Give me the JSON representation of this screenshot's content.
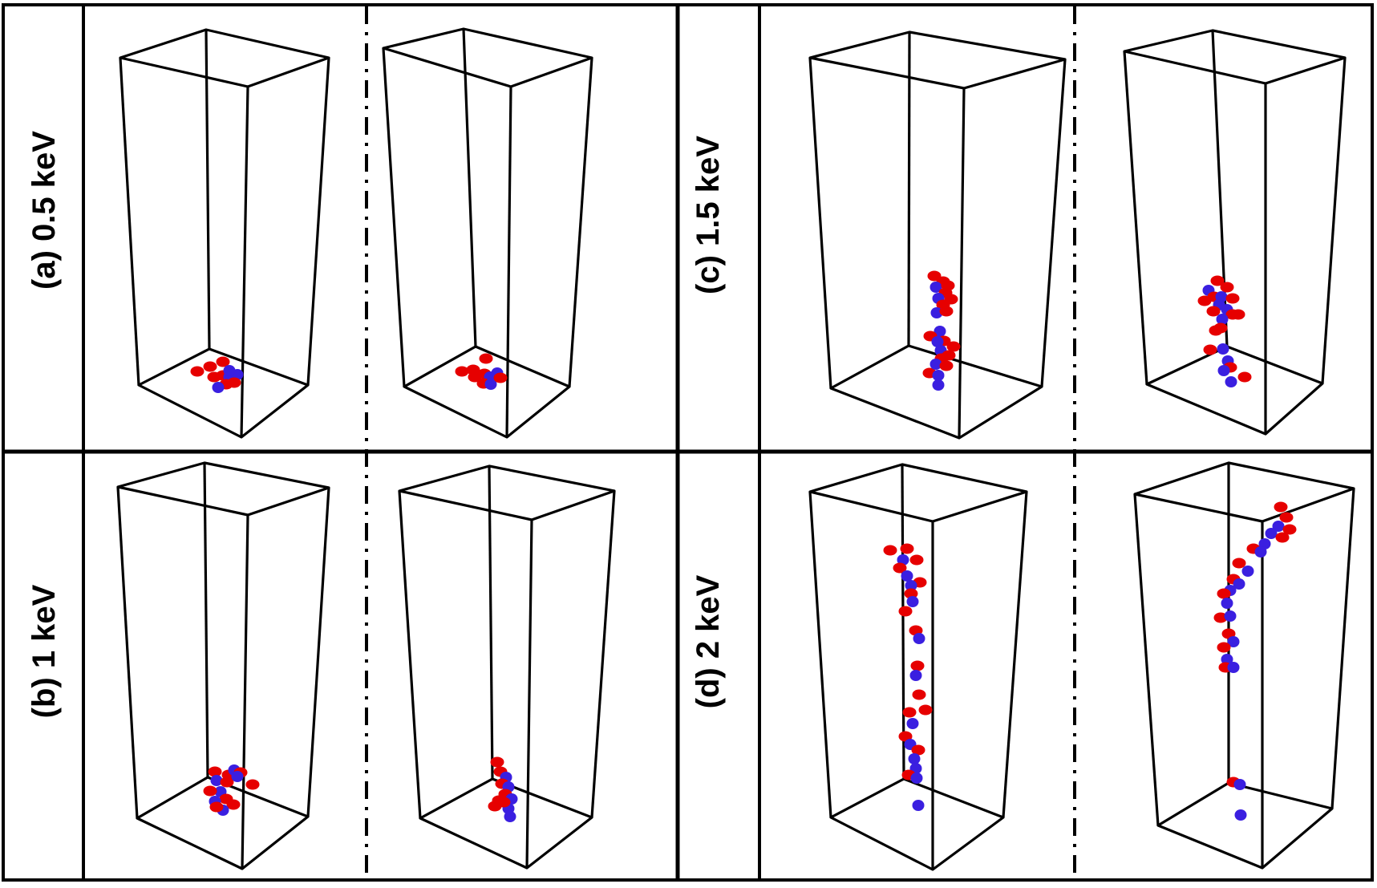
{
  "colors": {
    "red_atom": "#e60000",
    "blue_atom": "#3a1fe0",
    "frame": "#000000"
  },
  "panels": [
    {
      "id": "a",
      "label": "(a) 0.5 keV"
    },
    {
      "id": "b",
      "label": "(b) 1 keV"
    },
    {
      "id": "c",
      "label": "(c) 1.5 keV"
    },
    {
      "id": "d",
      "label": "(d) 2 keV"
    }
  ]
}
